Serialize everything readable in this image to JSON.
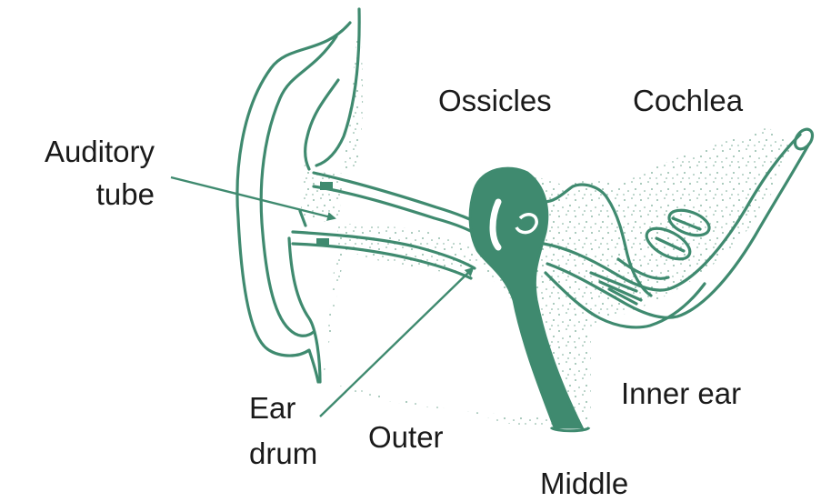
{
  "diagram": {
    "labels": {
      "ossicles": "Ossicles",
      "cochlea": "Cochlea",
      "auditory_line1": "Auditory",
      "auditory_line2": "tube",
      "ear_line1": "Ear",
      "ear_line2": "drum",
      "outer": "Outer",
      "middle": "Middle",
      "inner": "Inner ear"
    },
    "colors": {
      "line": "#3f8a6f",
      "fill": "#3f8a6f",
      "stipple": "#6fa590",
      "text": "#1a1a1a",
      "background": "#ffffff"
    }
  }
}
